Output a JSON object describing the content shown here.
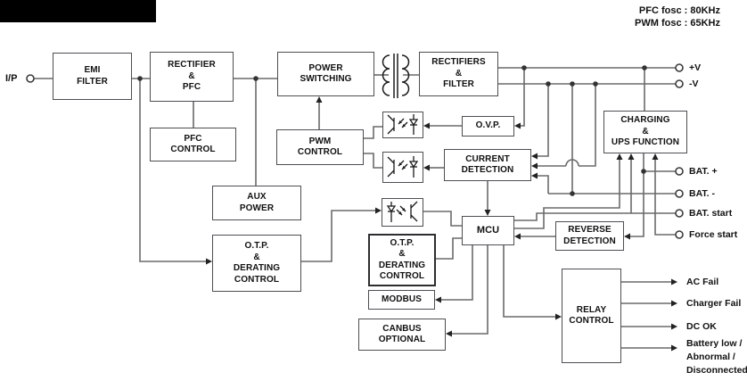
{
  "title_note": {
    "pfc": "PFC fosc : 80KHz",
    "pwm": "PWM fosc : 65KHz"
  },
  "input_terminal": "I/P",
  "blocks": {
    "emi_filter": "EMI\nFILTER",
    "rectifier_pfc": "RECTIFIER\n&\nPFC",
    "pfc_control": "PFC\nCONTROL",
    "power_switching": "POWER\nSWITCHING",
    "rectifiers_filter": "RECTIFIERS\n&\nFILTER",
    "ovp": "O.V.P.",
    "pwm_control": "PWM\nCONTROL",
    "current_detection": "CURRENT\nDETECTION",
    "charging_ups": "CHARGING\n&\nUPS FUNCTION",
    "aux_power": "AUX\nPOWER",
    "otp_derating_left": "O.T.P.\n&\nDERATING\nCONTROL",
    "otp_derating_right": "O.T.P.\n&\nDERATING\nCONTROL",
    "mcu": "MCU",
    "modbus": "MODBUS",
    "canbus": "CANBUS\nOPTIONAL",
    "reverse_detection": "REVERSE\nDETECTION",
    "relay_control": "RELAY\nCONTROL"
  },
  "output_terminals": {
    "v_plus": "+V",
    "v_minus": "-V",
    "bat_plus": "BAT. +",
    "bat_minus": "BAT. -",
    "bat_start": "BAT. start",
    "force_start": "Force start"
  },
  "relay_signals": {
    "ac_fail": "AC Fail",
    "charger_fail": "Charger Fail",
    "dc_ok": "DC OK",
    "battery_low": "Battery low /\nAbnormal /\nDisconnected"
  },
  "colors": {
    "wire": "#6a6a6a",
    "box_border": "#4d4e52",
    "text": "#111111",
    "arrow": "#222222",
    "background": "#ffffff",
    "redacted_logo": "#000000"
  }
}
